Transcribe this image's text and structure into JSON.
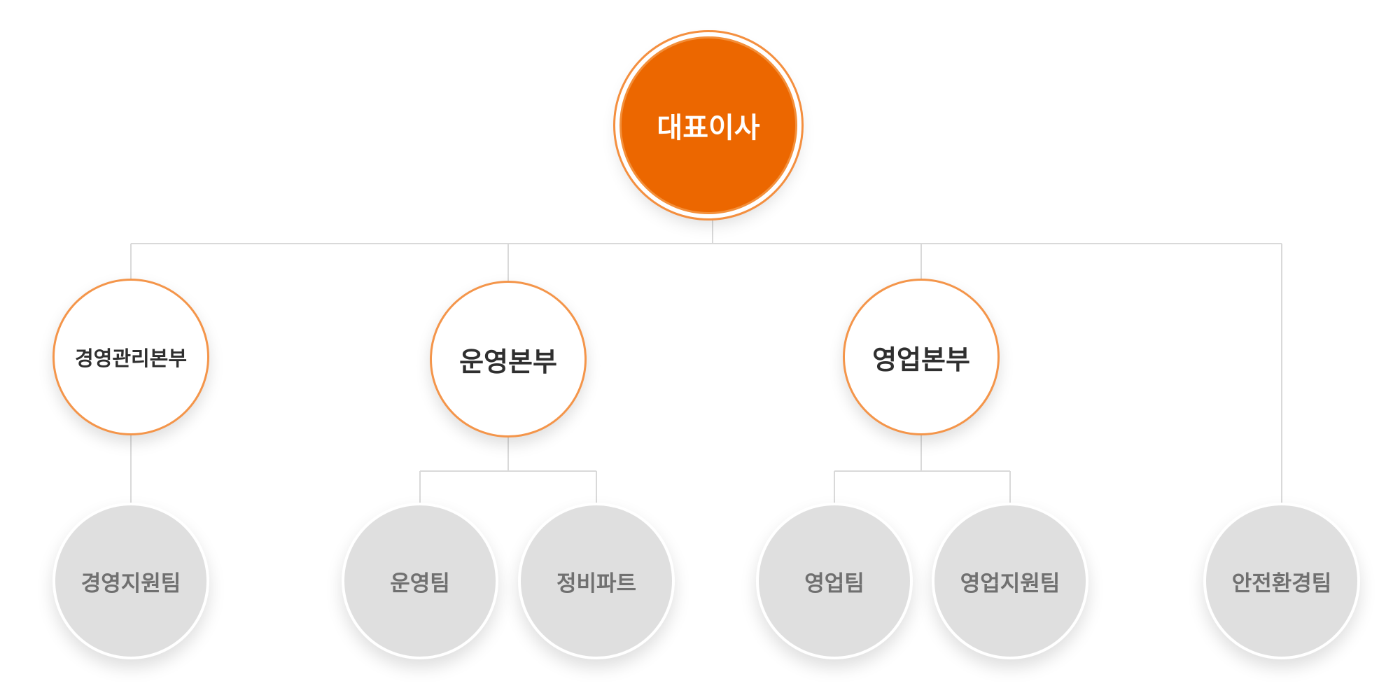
{
  "org_chart": {
    "ceo": {
      "label": "대표이사"
    },
    "divisions": [
      {
        "label": "경영관리본부"
      },
      {
        "label": "운영본부"
      },
      {
        "label": "영업본부"
      }
    ],
    "teams": [
      {
        "label": "경영지원팀"
      },
      {
        "label": "운영팀"
      },
      {
        "label": "정비파트"
      },
      {
        "label": "영업팀"
      },
      {
        "label": "영업지원팀"
      },
      {
        "label": "안전환경팀"
      }
    ],
    "colors": {
      "ceo_fill": "#ec6700",
      "division_border": "#f4954a",
      "team_fill": "#dfdfdf",
      "connector": "#d9d9d9"
    }
  }
}
